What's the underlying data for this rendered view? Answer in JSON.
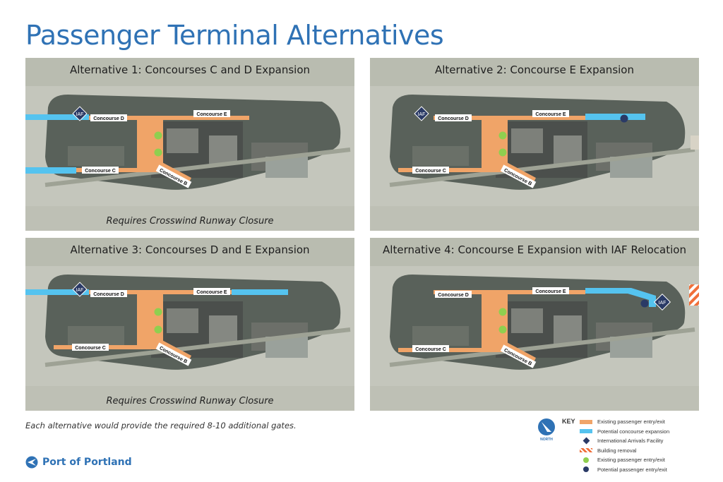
{
  "title": "Passenger Terminal Alternatives",
  "panels": [
    {
      "title": "Alternative 1: Concourses C and D Expansion",
      "note": "Requires Crosswind Runway Closure"
    },
    {
      "title": "Alternative 2: Concourse E Expansion",
      "note": ""
    },
    {
      "title": "Alternative 3: Concourses D and E Expansion",
      "note": "Requires Crosswind Runway Closure"
    },
    {
      "title": "Alternative 4: Concourse E Expansion with IAF Relocation",
      "note": ""
    }
  ],
  "labels": {
    "concourse_c": "Concourse C",
    "concourse_d": "Concourse D",
    "concourse_e": "Concourse E",
    "concourse_b": "Concourse B",
    "iaf": "IAF"
  },
  "footnote": "Each alternative would provide the required 8-10 additional gates.",
  "logo": {
    "text": "Port of Portland"
  },
  "north_label": "NORTH",
  "key": {
    "title": "KEY",
    "items": [
      {
        "label": "Existing passenger entry/exit",
        "icon": "orange-bar"
      },
      {
        "label": "Potential concourse expansion",
        "icon": "blue-bar"
      },
      {
        "label": "International Arrivals Facility",
        "icon": "iaf-diamond"
      },
      {
        "label": "Building removal",
        "icon": "hatched-bar"
      },
      {
        "label": "Existing passenger entry/exit",
        "icon": "green-dot"
      },
      {
        "label": "Potential passenger entry/exit",
        "icon": "navy-dot"
      }
    ]
  },
  "colors": {
    "existing": "#f0a468",
    "expansion": "#55c3ef",
    "iaf": "#2a3a66",
    "entry_existing": "#8fcf4f",
    "entry_potential": "#2a3a66",
    "title": "#2f72b5"
  }
}
